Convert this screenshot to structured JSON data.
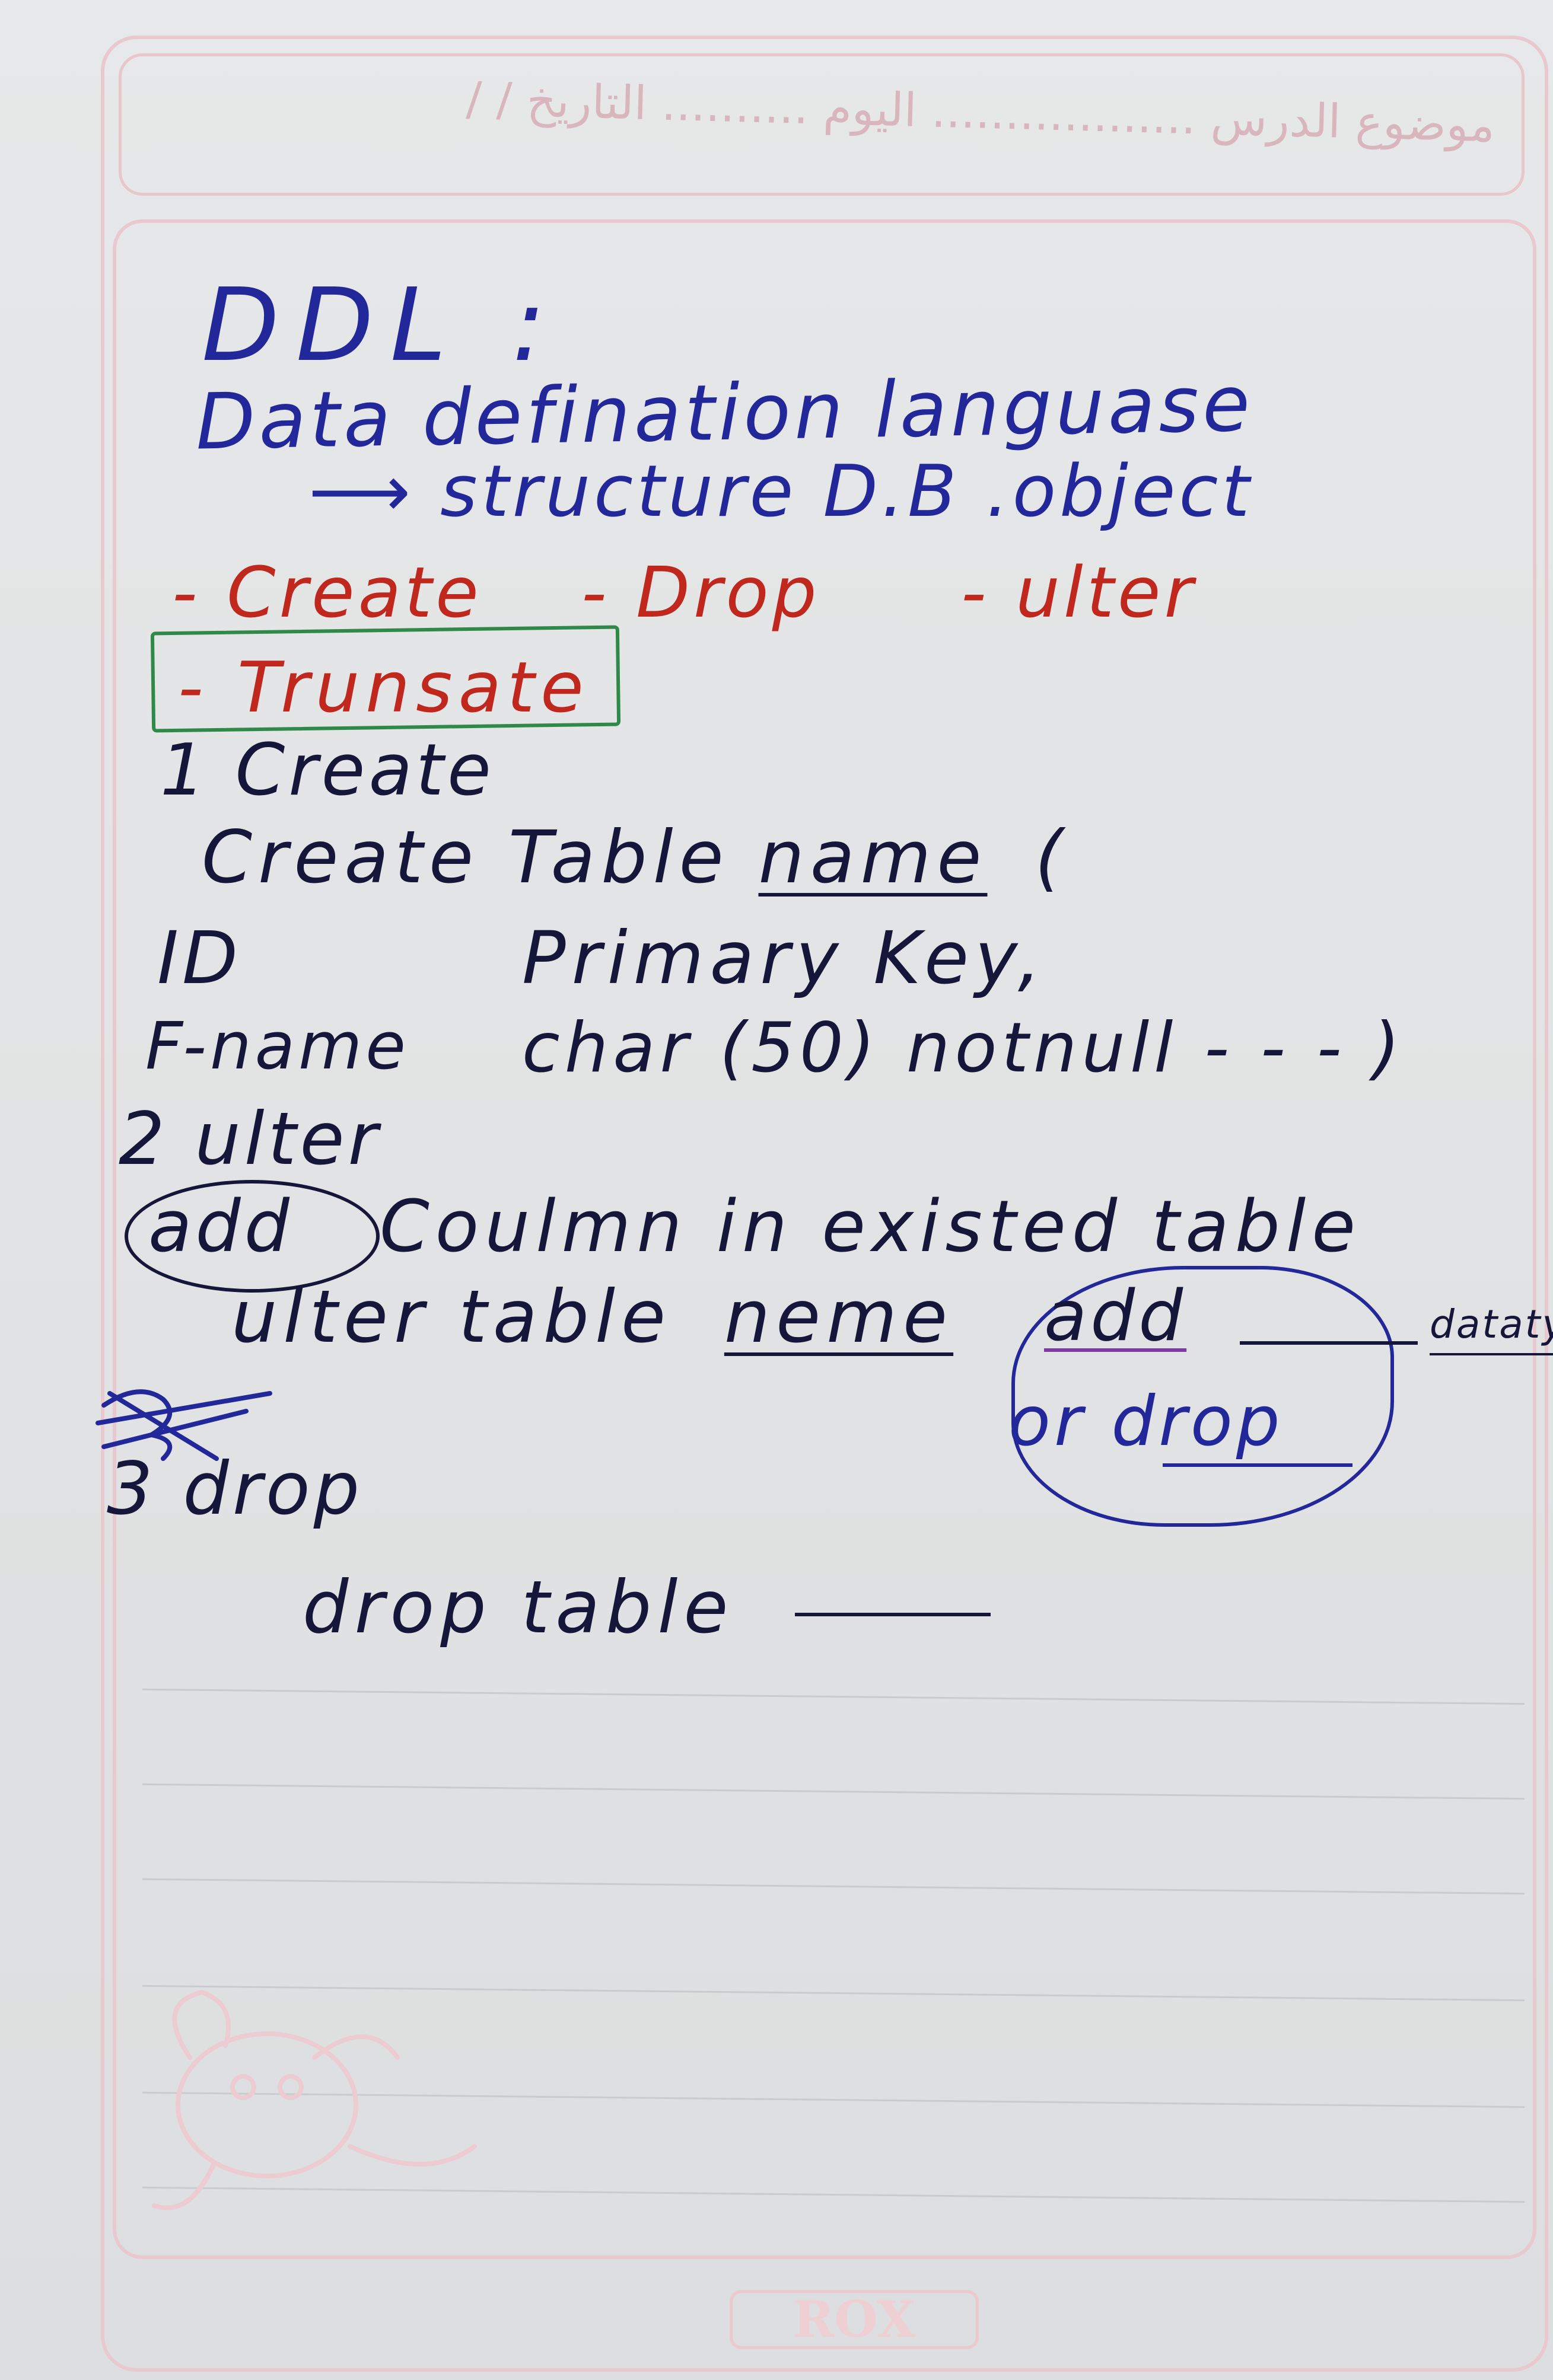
{
  "header": {
    "printed_label": "موضوع الدرس .................. اليوم .......... التاريخ / /"
  },
  "brand": {
    "logo_text": "ROX"
  },
  "notes": {
    "title": "DDL :",
    "subtitle": "Data defination languase",
    "arrow_line": "⟶ structure D.B .object",
    "commands": {
      "create": "- Create",
      "drop": "- Drop",
      "alter": "- ulter",
      "truncate": "- Trunsate"
    },
    "section1": {
      "heading": "1 Create",
      "line1_prefix": "Create Table",
      "line1_name": "name",
      "line1_suffix": "(",
      "row1_col": "ID",
      "row1_def": "Primary Key,",
      "row2_col": "F-name",
      "row2_def": "char (50) notnull - - - )"
    },
    "section2": {
      "heading": "2 ulter",
      "add_word": "add",
      "line1_rest": "Coulmn in existed table",
      "line2_prefix": "ulter table",
      "line2_name": "neme",
      "add_option": "add",
      "drop_option": "or drop",
      "datatype": "datatyp"
    },
    "section3": {
      "heading": "3 drop",
      "line1": "drop table"
    }
  },
  "colors": {
    "paper": "#e3e5e6",
    "rule_line": "#c9ccce",
    "pink_border": "#e9c9cf",
    "blue_ink": "#22289a",
    "black_ink": "#15163a",
    "red_ink": "#c0281e",
    "green_ink": "#2f8a4a"
  }
}
